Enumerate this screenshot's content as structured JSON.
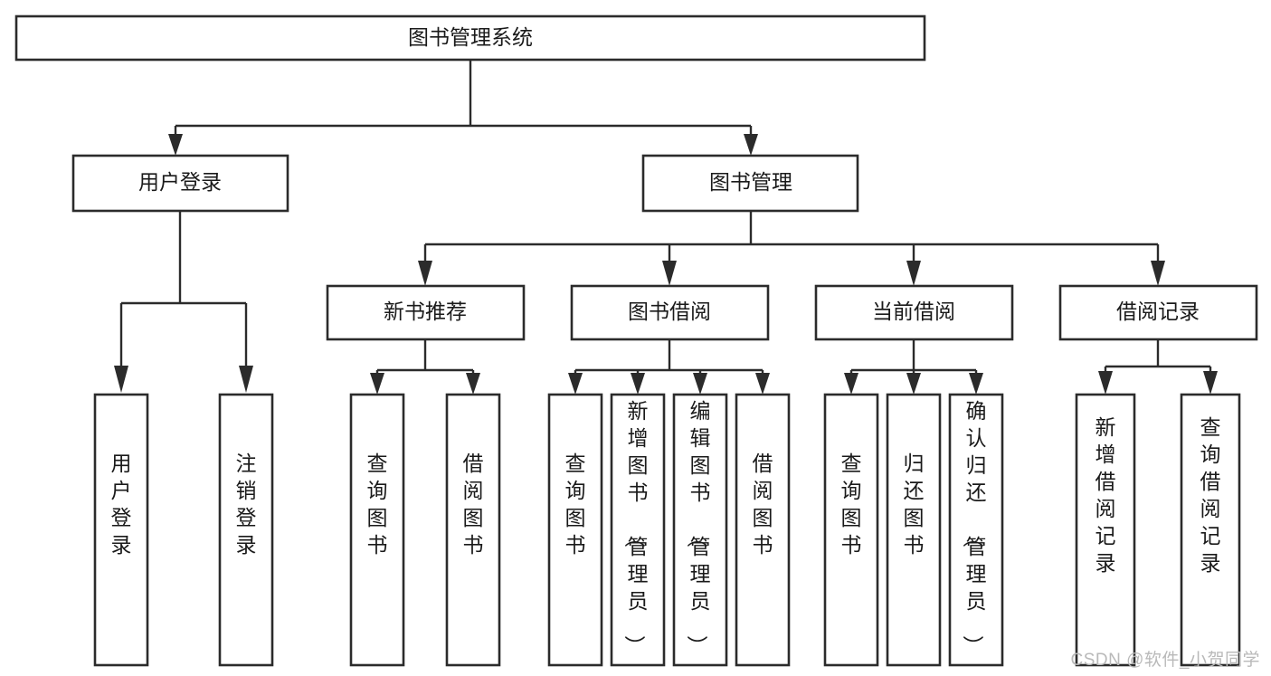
{
  "diagram": {
    "title": "图书管理系统",
    "type": "tree",
    "orientation": "top-down",
    "colors": {
      "box_stroke": "#2b2b2b",
      "box_fill": "#ffffff",
      "connector": "#2b2b2b",
      "text": "#1a1a1a",
      "watermark": "#b9b9b9",
      "background": "#ffffff"
    },
    "levels": [
      {
        "level": 1,
        "nodes": [
          {
            "id": "root",
            "label": "图书管理系统",
            "orientation": "horizontal"
          }
        ]
      },
      {
        "level": 2,
        "nodes": [
          {
            "id": "user-login",
            "label": "用户登录",
            "orientation": "horizontal",
            "parent": "root"
          },
          {
            "id": "book-manage",
            "label": "图书管理",
            "orientation": "horizontal",
            "parent": "root"
          }
        ]
      },
      {
        "level": 3,
        "nodes": [
          {
            "id": "new-book-recommend",
            "label": "新书推荐",
            "orientation": "horizontal",
            "parent": "book-manage"
          },
          {
            "id": "book-borrow",
            "label": "图书借阅",
            "orientation": "horizontal",
            "parent": "book-manage"
          },
          {
            "id": "current-borrow",
            "label": "当前借阅",
            "orientation": "horizontal",
            "parent": "book-manage"
          },
          {
            "id": "borrow-record",
            "label": "借阅记录",
            "orientation": "horizontal",
            "parent": "book-manage"
          }
        ]
      },
      {
        "level": 4,
        "nodes": [
          {
            "id": "leaf-user-login",
            "label": "用户登录",
            "orientation": "vertical",
            "parent": "user-login"
          },
          {
            "id": "leaf-user-logout",
            "label": "注销登录",
            "orientation": "vertical",
            "parent": "user-login"
          },
          {
            "id": "leaf-query-book-1",
            "label": "查询图书",
            "orientation": "vertical",
            "parent": "new-book-recommend"
          },
          {
            "id": "leaf-borrow-book-1",
            "label": "借阅图书",
            "orientation": "vertical",
            "parent": "new-book-recommend"
          },
          {
            "id": "leaf-query-book-2",
            "label": "查询图书",
            "orientation": "vertical",
            "parent": "book-borrow"
          },
          {
            "id": "leaf-add-book",
            "label": "新增图书（管理员）",
            "orientation": "vertical",
            "parent": "book-borrow"
          },
          {
            "id": "leaf-edit-book",
            "label": "编辑图书（管理员）",
            "orientation": "vertical",
            "parent": "book-borrow"
          },
          {
            "id": "leaf-borrow-book-2",
            "label": "借阅图书",
            "orientation": "vertical",
            "parent": "book-borrow"
          },
          {
            "id": "leaf-query-book-3",
            "label": "查询图书",
            "orientation": "vertical",
            "parent": "current-borrow"
          },
          {
            "id": "leaf-return-book",
            "label": "归还图书",
            "orientation": "vertical",
            "parent": "current-borrow"
          },
          {
            "id": "leaf-confirm-return",
            "label": "确认归还（管理员）",
            "orientation": "vertical",
            "parent": "current-borrow"
          },
          {
            "id": "leaf-add-record",
            "label": "新增借阅记录",
            "orientation": "vertical",
            "parent": "borrow-record"
          },
          {
            "id": "leaf-query-record",
            "label": "查询借阅记录",
            "orientation": "vertical",
            "parent": "borrow-record"
          }
        ]
      }
    ]
  },
  "watermark": {
    "text": "CSDN @软件_小贺同学"
  }
}
